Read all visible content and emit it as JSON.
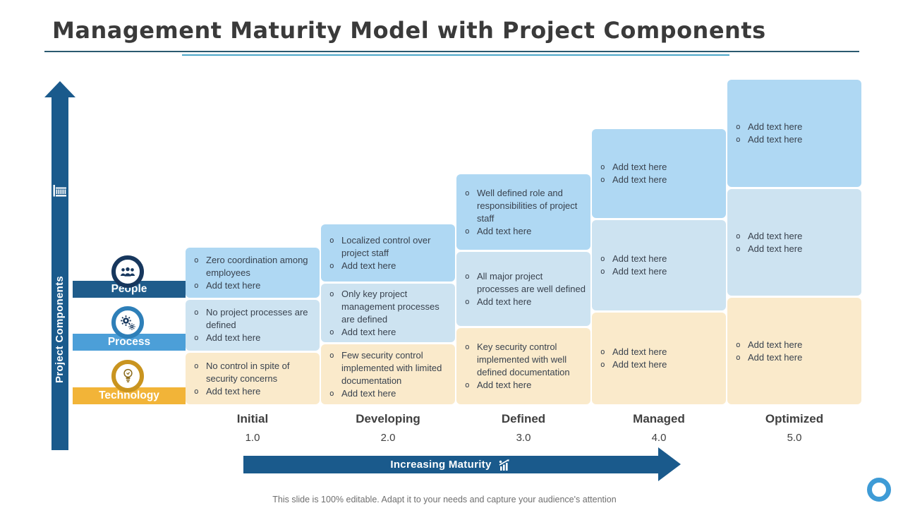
{
  "slide": {
    "title": "Management Maturity Model with Project Components",
    "footer": "This slide is 100% editable. Adapt it to your needs and capture your audience's attention"
  },
  "y_axis": {
    "label": "Project Components",
    "icon": "building-icon"
  },
  "x_axis": {
    "label": "Increasing Maturity",
    "icon": "growth-chart-icon"
  },
  "bullet_char": "o",
  "rows": [
    {
      "id": "people",
      "label": "People",
      "icon": "people-icon",
      "bar_color": "#1f5c8b",
      "ring_color": "#17375d",
      "box_color": "#afd8f3"
    },
    {
      "id": "process",
      "label": "Process",
      "icon": "gears-icon",
      "bar_color": "#4c9fd8",
      "ring_color": "#2e7fb8",
      "box_color": "#cde3f1"
    },
    {
      "id": "technology",
      "label": "Technology",
      "icon": "lightbulb-icon",
      "bar_color": "#f2b438",
      "ring_color": "#c9941f",
      "box_color": "#faeacb"
    }
  ],
  "columns": [
    {
      "label": "Initial",
      "level": "1.0",
      "boxes": [
        [
          "Zero coordination among employees",
          "Add text here"
        ],
        [
          "No project processes are defined",
          "Add text here"
        ],
        [
          "No control in spite of security concerns",
          "Add text here"
        ]
      ]
    },
    {
      "label": "Developing",
      "level": "2.0",
      "boxes": [
        [
          "Localized control over project staff",
          "Add text here"
        ],
        [
          "Only key project management processes are defined",
          "Add text here"
        ],
        [
          "Few security control implemented with limited documentation",
          "Add text here"
        ]
      ]
    },
    {
      "label": "Defined",
      "level": "3.0",
      "boxes": [
        [
          "Well defined role and responsibilities of project staff",
          "Add text here"
        ],
        [
          "All major project processes are well defined",
          "Add text here"
        ],
        [
          "Key security control implemented with well defined documentation",
          "Add text here"
        ]
      ]
    },
    {
      "label": "Managed",
      "level": "4.0",
      "boxes": [
        [
          "Add text here",
          "Add text here"
        ],
        [
          "Add text here",
          "Add text here"
        ],
        [
          "Add text here",
          "Add text here"
        ]
      ]
    },
    {
      "label": "Optimized",
      "level": "5.0",
      "boxes": [
        [
          "Add text here",
          "Add text here"
        ],
        [
          "Add text here",
          "Add text here"
        ],
        [
          "Add text here",
          "Add text here"
        ]
      ]
    }
  ],
  "colors": {
    "arrow": "#1a5a8c",
    "title_underline_1": "#2b5a70",
    "title_underline_2": "#4ca6c8",
    "box_text": "#39424e",
    "logo_ring": "#3e9bd6"
  }
}
